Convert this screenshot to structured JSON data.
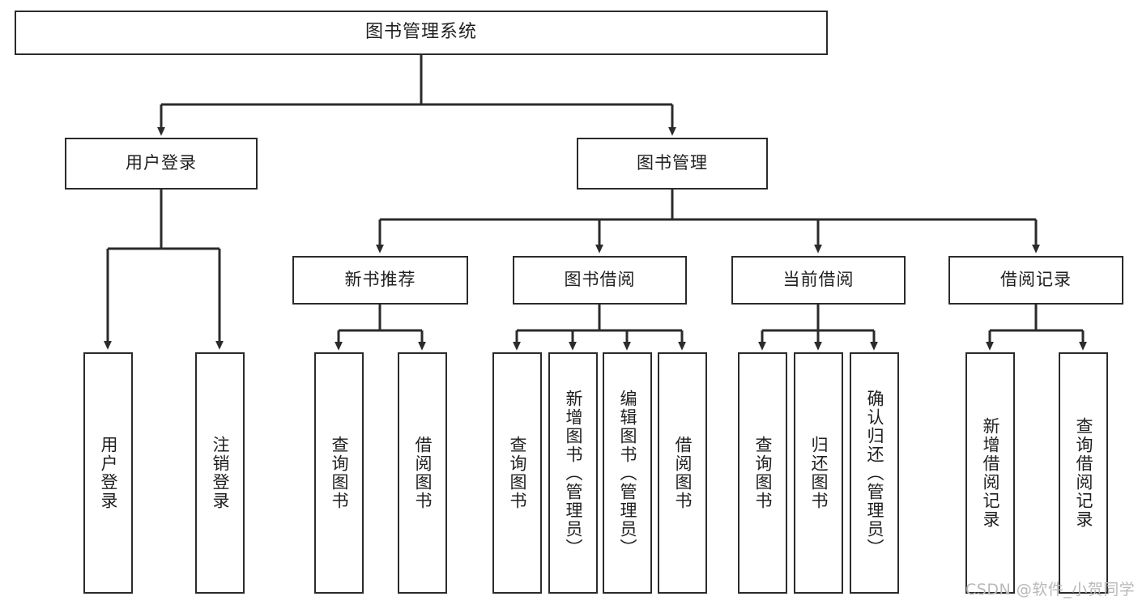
{
  "diagram": {
    "type": "tree",
    "title": "图书管理系统",
    "root": {
      "label": "图书管理系统"
    },
    "level2": [
      {
        "label": "用户登录"
      },
      {
        "label": "图书管理"
      }
    ],
    "level3": [
      {
        "label": "新书推荐"
      },
      {
        "label": "图书借阅"
      },
      {
        "label": "当前借阅"
      },
      {
        "label": "借阅记录"
      }
    ],
    "leaves": {
      "user_login": [
        {
          "label": "用户登录"
        },
        {
          "label": "注销登录"
        }
      ],
      "new_book_recommend": [
        {
          "label": "查询图书"
        },
        {
          "label": "借阅图书"
        }
      ],
      "book_borrow": [
        {
          "label": "查询图书"
        },
        {
          "label": "新增图书（管理员）"
        },
        {
          "label": "编辑图书（管理员）"
        },
        {
          "label": "借阅图书"
        }
      ],
      "current_borrow": [
        {
          "label": "查询图书"
        },
        {
          "label": "归还图书"
        },
        {
          "label": "确认归还（管理员）"
        }
      ],
      "borrow_record": [
        {
          "label": "新增借阅记录"
        },
        {
          "label": "查询借阅记录"
        }
      ]
    }
  },
  "watermark": {
    "text": "CSDN @软件_小贺同学"
  },
  "colors": {
    "border": "#2b2b2b",
    "text": "#1f1f1f",
    "background": "#ffffff",
    "edge": "#2b2b2b",
    "watermark": "#b9b9b9"
  }
}
